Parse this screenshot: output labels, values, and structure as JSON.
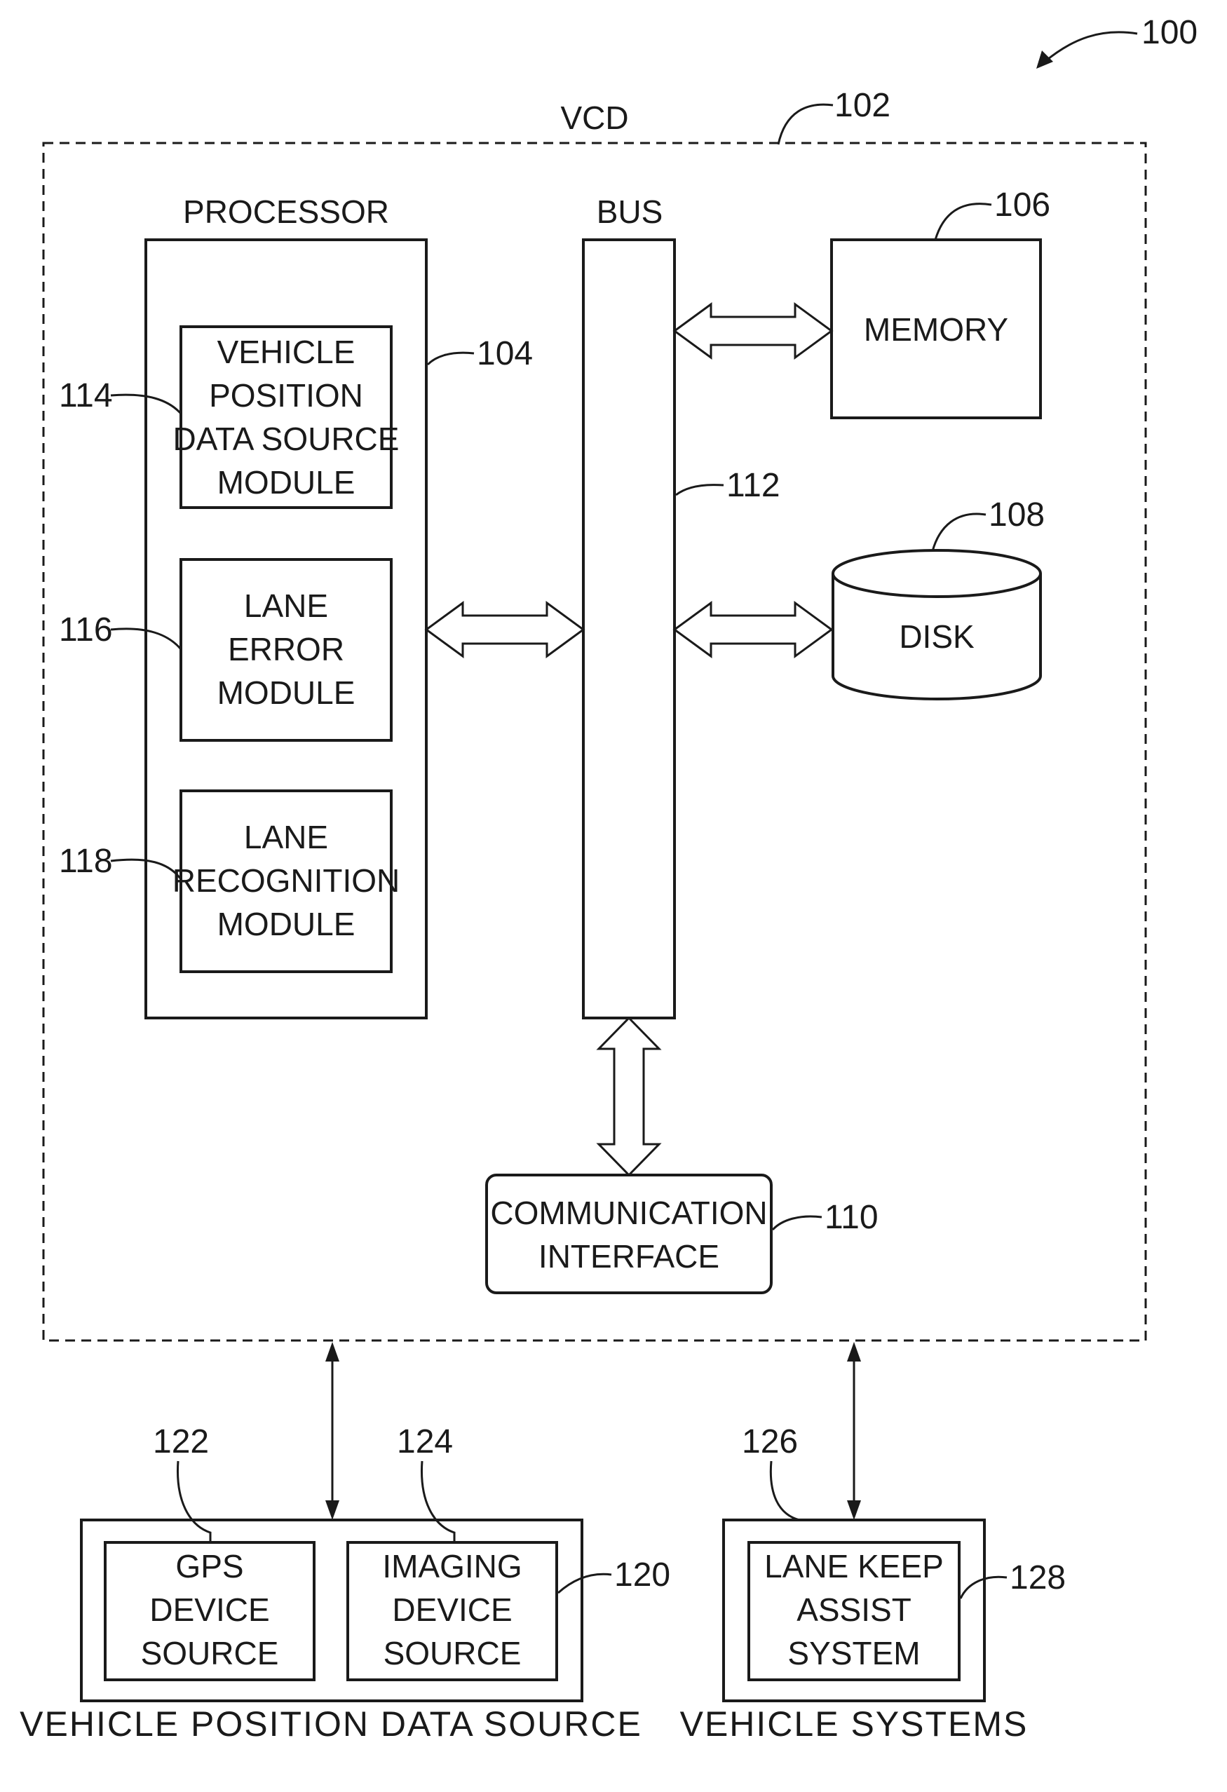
{
  "refs": {
    "fig": "100",
    "vcd": "102",
    "processor": "104",
    "memory": "106",
    "disk": "108",
    "comm": "110",
    "bus": "112",
    "vpds_module": "114",
    "lane_error": "116",
    "lane_recog": "118",
    "vpds": "120",
    "gps": "122",
    "imaging": "124",
    "vehicle_systems": "126",
    "lka": "128"
  },
  "labels": {
    "vcd": "VCD",
    "processor": "PROCESSOR",
    "bus": "BUS",
    "memory": "MEMORY",
    "disk": "DISK",
    "comm": [
      "COMMUNICATION",
      "INTERFACE"
    ],
    "vpds_module": [
      "VEHICLE",
      "POSITION",
      "DATA SOURCE",
      "MODULE"
    ],
    "lane_error": [
      "LANE",
      "ERROR",
      "MODULE"
    ],
    "lane_recog": [
      "LANE",
      "RECOGNITION",
      "MODULE"
    ],
    "gps": [
      "GPS",
      "DEVICE",
      "SOURCE"
    ],
    "imaging": [
      "IMAGING",
      "DEVICE",
      "SOURCE"
    ],
    "lka": [
      "LANE KEEP",
      "ASSIST",
      "SYSTEM"
    ],
    "vpds_caption": "VEHICLE POSITION DATA SOURCE",
    "vs_caption": "VEHICLE SYSTEMS"
  }
}
